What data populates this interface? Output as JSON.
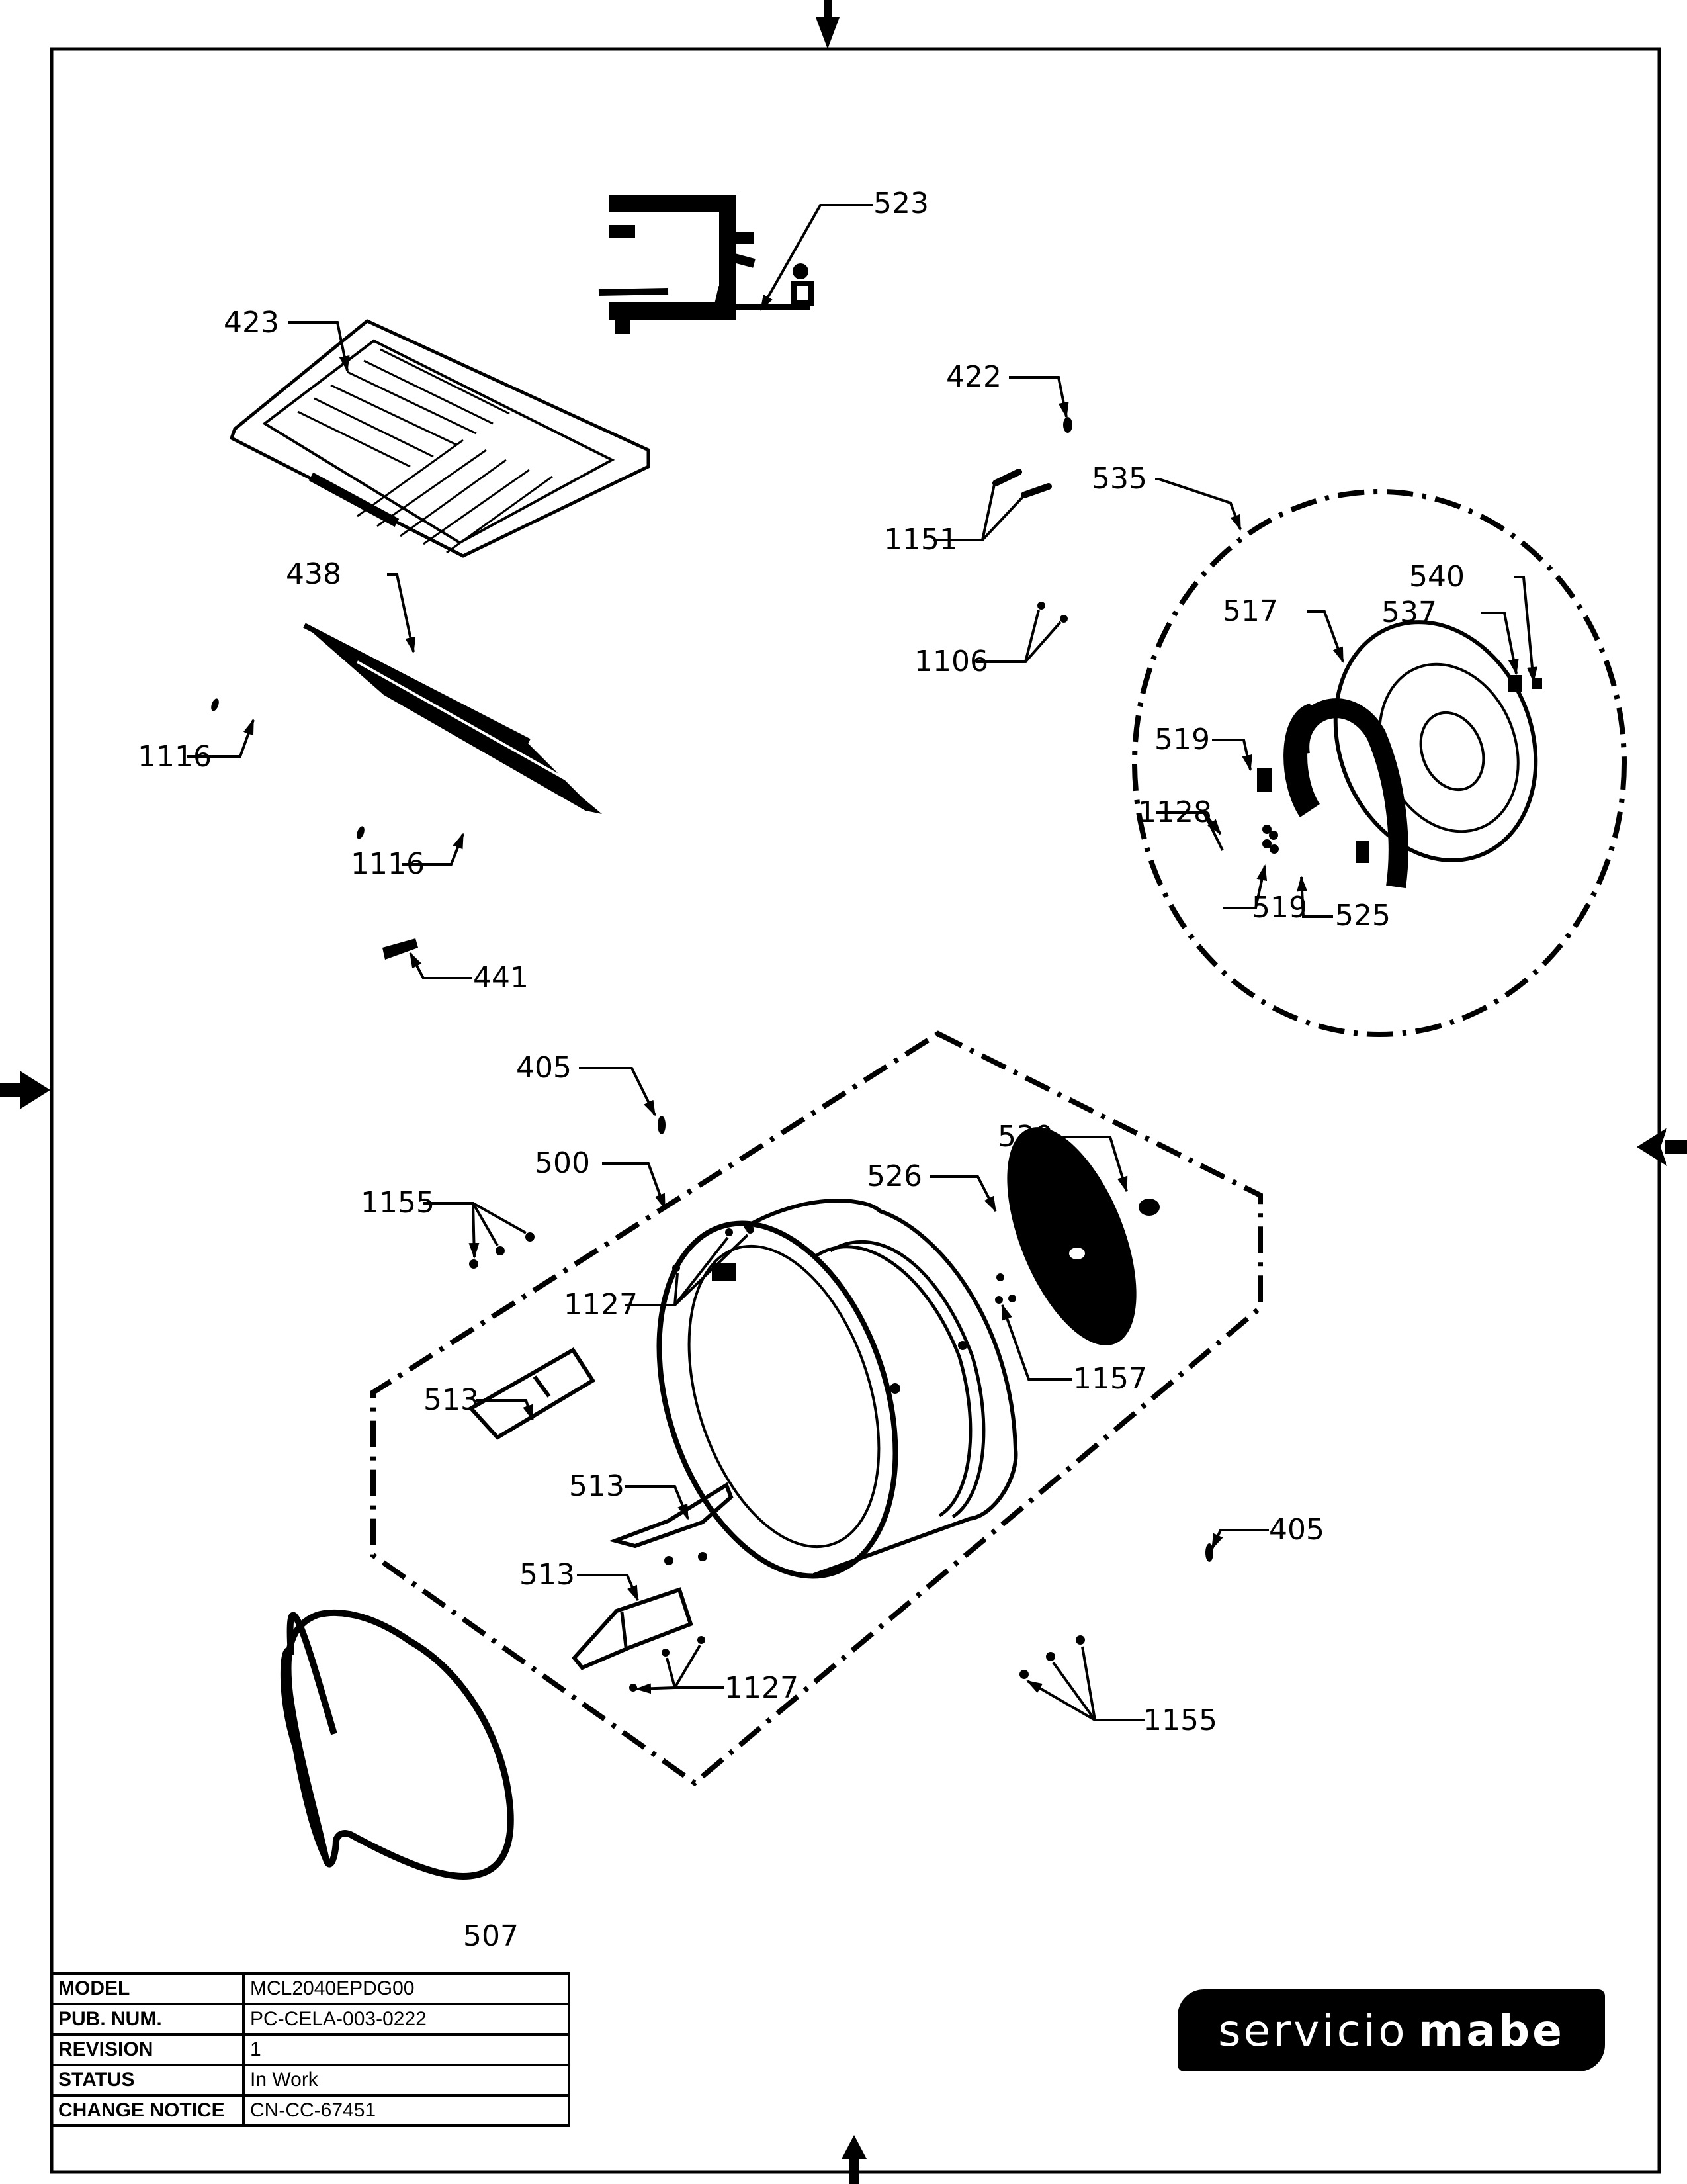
{
  "document": {
    "type": "exploded parts diagram",
    "brand_logo": {
      "light": "servicio",
      "bold": "mabe"
    }
  },
  "callouts": {
    "c523": "523",
    "c423": "423",
    "c422": "422",
    "c535": "535",
    "c1151": "1151",
    "c438": "438",
    "c540": "540",
    "c517": "517",
    "c537": "537",
    "c1106": "1106",
    "c1116a": "1116",
    "c519a": "519",
    "c1128": "1128",
    "c1116b": "1116",
    "c519b": "519",
    "c525": "525",
    "c441": "441",
    "c405a": "405",
    "c500": "500",
    "c530": "530",
    "c526": "526",
    "c1155a": "1155",
    "c1127a": "1127",
    "c1157": "1157",
    "c513a": "513",
    "c513b": "513",
    "c405b": "405",
    "c513c": "513",
    "c1127b": "1127",
    "c1155b": "1155",
    "c507": "507"
  },
  "title_block": {
    "rows": [
      {
        "label": "MODEL",
        "value": "MCL2040EPDG00"
      },
      {
        "label": "PUB. NUM.",
        "value": "PC-CELA-003-0222"
      },
      {
        "label": "REVISION",
        "value": "1"
      },
      {
        "label": "STATUS",
        "value": "In Work"
      },
      {
        "label": "CHANGE NOTICE",
        "value": "CN-CC-67451"
      }
    ]
  }
}
